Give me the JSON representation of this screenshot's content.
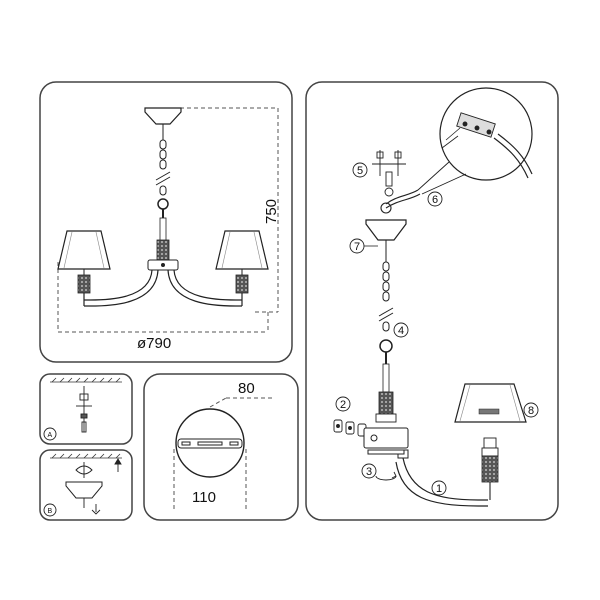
{
  "dimensions": {
    "width": "ø790",
    "height": "750",
    "bracket_width": "110",
    "bracket_height": "80"
  },
  "sub_panels": [
    "A",
    "B"
  ],
  "steps": [
    "1",
    "2",
    "3",
    "4",
    "5",
    "6",
    "7",
    "8"
  ],
  "colors": {
    "panel_border": "#444444",
    "line": "#222222",
    "dashed": "#555555",
    "crystal": "#333333"
  }
}
